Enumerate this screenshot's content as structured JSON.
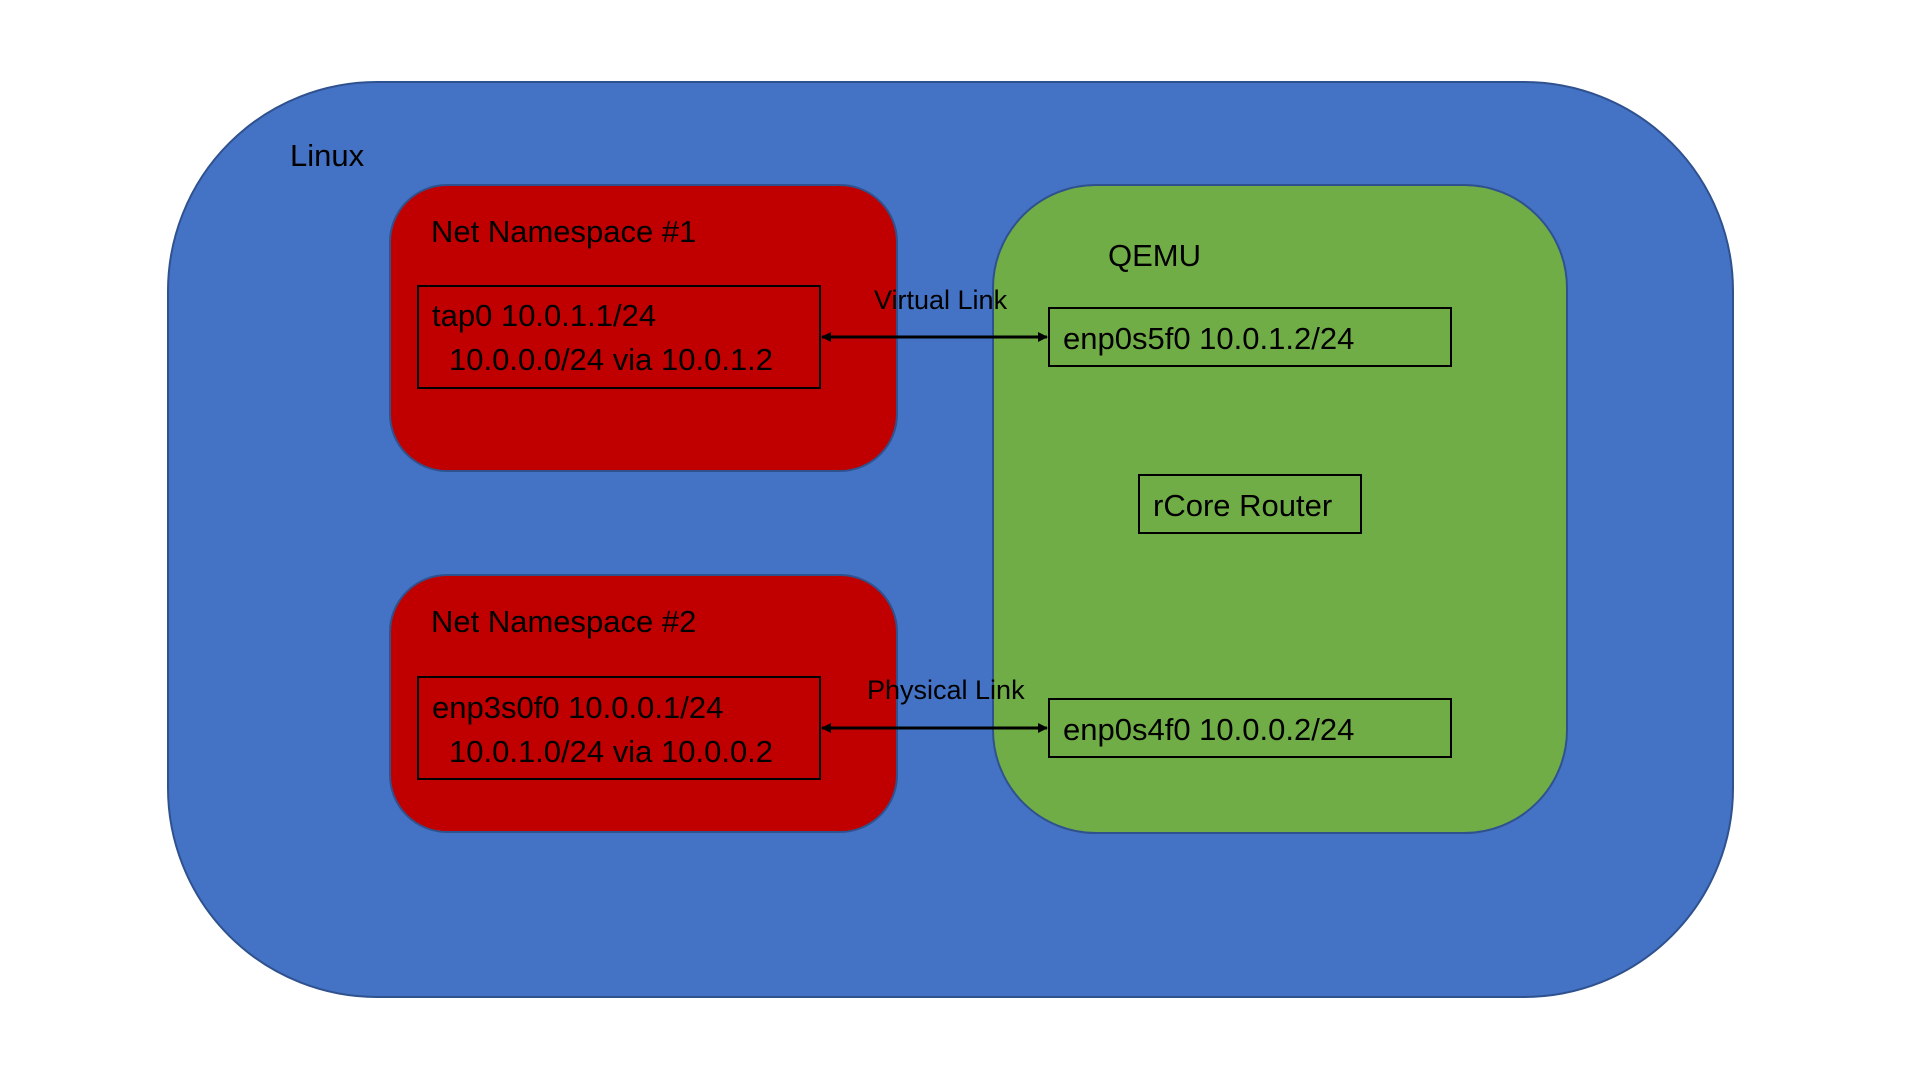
{
  "diagram": {
    "linux": {
      "label": "Linux"
    },
    "namespace1": {
      "title": "Net Namespace #1",
      "iface_line1": "tap0 10.0.1.1/24",
      "iface_line2": "10.0.0.0/24 via 10.0.1.2"
    },
    "namespace2": {
      "title": "Net Namespace #2",
      "iface_line1": "enp3s0f0 10.0.0.1/24",
      "iface_line2": "10.0.1.0/24 via 10.0.0.2"
    },
    "qemu": {
      "title": "QEMU",
      "iface_top": "enp0s5f0 10.0.1.2/24",
      "router": "rCore Router",
      "iface_bottom": "enp0s4f0 10.0.0.2/24"
    },
    "links": {
      "virtual": "Virtual Link",
      "physical": "Physical Link"
    },
    "colors": {
      "linux": "#4472c4",
      "namespace": "#c00000",
      "qemu": "#70ad47",
      "outline": "#2f528f"
    }
  }
}
